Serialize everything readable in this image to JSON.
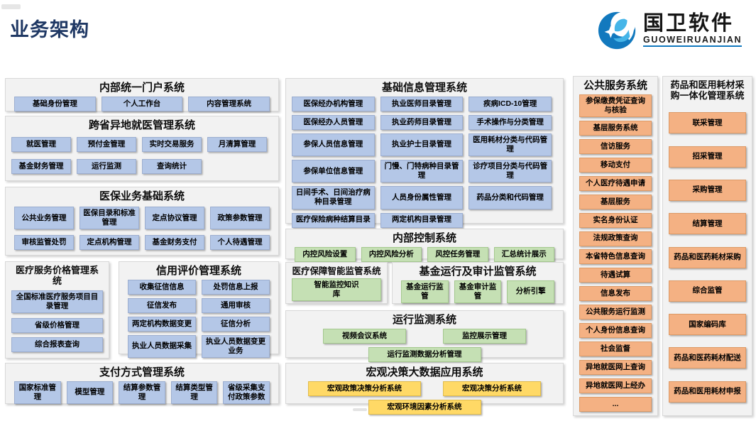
{
  "page": {
    "title": "业务架构"
  },
  "logo": {
    "name": "国卫软件",
    "subtitle": "GUOWEIRUANJIAN"
  },
  "colors": {
    "title": "#1f3864",
    "blue": "#b4c7e7",
    "green": "#c5e0b4",
    "yellow": "#ffd966",
    "orange": "#f4b183",
    "logo_blue": "#1279be",
    "logo_light_blue": "#45b5e8"
  },
  "sections": {
    "portal": {
      "title": "内部统一门户系统",
      "items": [
        "基础身份管理",
        "个人工作台",
        "内容管理系统"
      ]
    },
    "cross_province": {
      "title": "跨省异地就医管理系统",
      "items": [
        "就医管理",
        "预付金管理",
        "实时交易服务",
        "月清算管理",
        "基金财务管理",
        "运行监测",
        "查询统计"
      ]
    },
    "insurance_base": {
      "title": "医保业务基础系统",
      "items": [
        "公共业务管理",
        "医保目录和标准管理",
        "定点协议管理",
        "政策参数管理",
        "审核监管处罚",
        "定点机构管理",
        "基金财务支付",
        "个人待遇管理"
      ]
    },
    "price": {
      "title": "医疗服务价格管理系统",
      "items": [
        "全国标准医疗服务项目目录管理",
        "省级价格管理",
        "综合报表查询"
      ]
    },
    "credit": {
      "title": "信用评价管理系统",
      "items": [
        "收集征信信息",
        "处罚信息上报",
        "征信发布",
        "通用审核",
        "两定机构数据变更",
        "征信分析",
        "执业人员数据采集",
        "执业人员数据变更业务"
      ]
    },
    "payment": {
      "title": "支付方式管理系统",
      "items": [
        "国家标准管理",
        "模型管理",
        "结算参数管理",
        "结算类型管理",
        "省级采集支付政策参数"
      ]
    },
    "basic_info": {
      "title": "基础信息管理系统",
      "items": [
        "医保经办机构管理",
        "执业医师目录管理",
        "疾病ICD-10管理",
        "医保经办人员管理",
        "执业药师目录管理",
        "手术操作与分类管理",
        "参保人员信息管理",
        "执业护士目录管理",
        "医用耗材分类与代码管理",
        "参保单位信息管理",
        "门慢、门特病种目录管理",
        "诊疗项目分类与代码管理",
        "日间手术、日间治疗病种目录管理",
        "人员身份属性管理",
        "药品分类和代码管理",
        "医疗保险病种结算目录",
        "两定机构目录管理"
      ]
    },
    "internal_control": {
      "title": "内部控制系统",
      "items": [
        "内控风险设置",
        "内控风险分析",
        "风控任务管理",
        "汇总统计展示"
      ]
    },
    "smart_supervision": {
      "title": "医疗保障智能监管系统",
      "items": [
        "智能监控知识库"
      ]
    },
    "fund_audit": {
      "title": "基金运行及审计监管系统",
      "items": [
        "基金运行监管",
        "基金审计监管",
        "分析引擎"
      ]
    },
    "operation_monitor": {
      "title": "运行监测系统",
      "items": [
        "视频会议系统",
        "监控展示管理",
        "运行监测数据分析管理"
      ]
    },
    "macro_decision": {
      "title": "宏观决策大数据应用系统",
      "items": [
        "宏观政策决策分析系统",
        "宏观决策分析系统",
        "宏观环境因素分析系统"
      ]
    },
    "public_service": {
      "title": "公共服务系统",
      "items": [
        "参保缴费凭证查询与核验",
        "基层服务系统",
        "信访服务",
        "移动支付",
        "个人医疗待遇申请",
        "基层服务",
        "实名身份认证",
        "法规政策查询",
        "本省特色信息查询",
        "待遇试算",
        "信息发布",
        "公共服务运行监测",
        "个人身份信息查询",
        "社会监督",
        "异地就医网上查询",
        "异地就医网上经办",
        "..."
      ]
    },
    "drug_procurement": {
      "title": "药品和医用耗材采购一体化管理系统",
      "items": [
        "联采管理",
        "招采管理",
        "采购管理",
        "结算管理",
        "药品和医药耗材采购",
        "综合监管",
        "国家编码库",
        "药品和医药耗材配送",
        "药品和医用耗材申报"
      ]
    }
  }
}
